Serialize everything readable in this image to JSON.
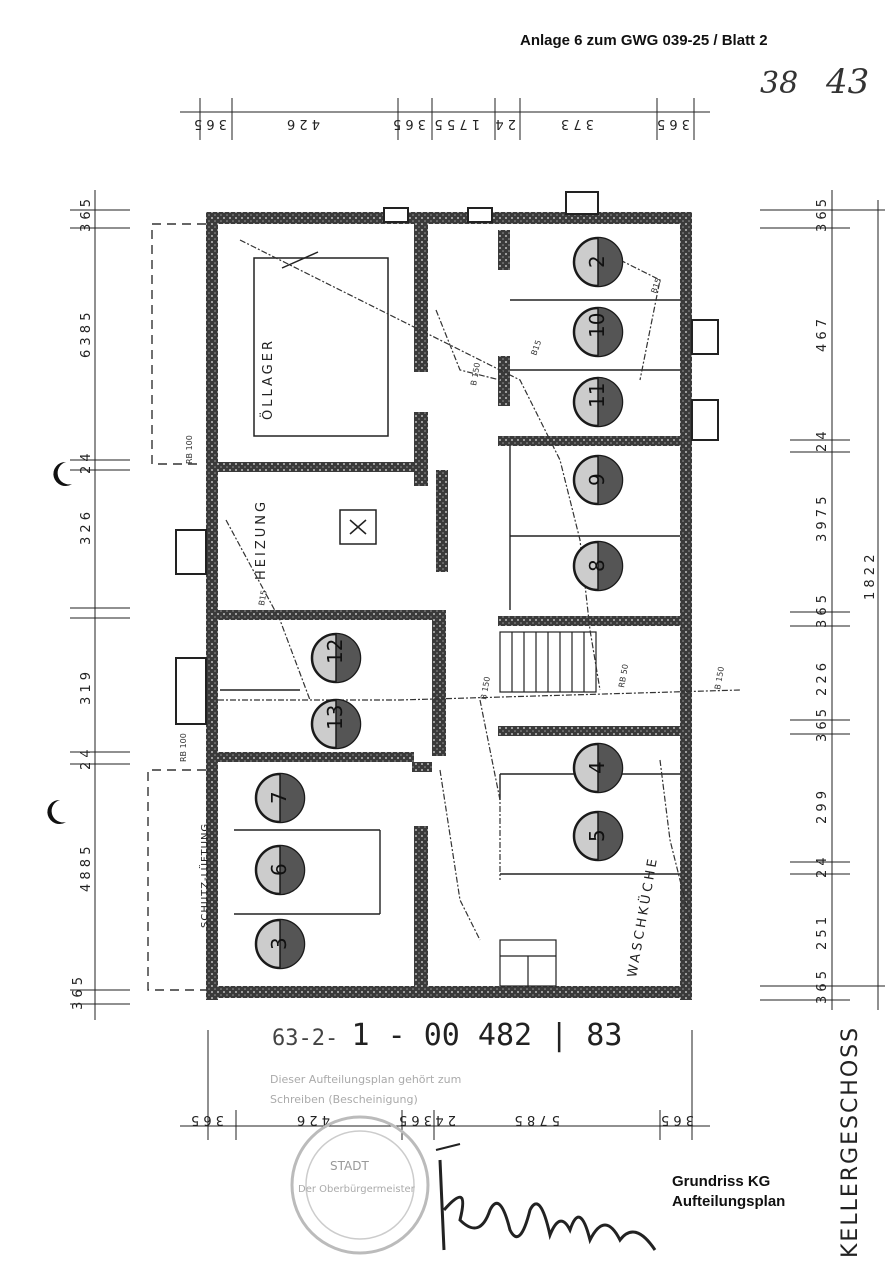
{
  "header": {
    "title": "Anlage 6 zum GWG 039-25 / Blatt 2"
  },
  "handwriting": {
    "sheet_count": "38",
    "sheet_total": "43"
  },
  "plan": {
    "side_label": "KELLERGESCHOSS",
    "rooms": {
      "oil_store": "ÖLLAGER",
      "heating": "HEIZUNG",
      "laundry": "WASCHKÜCHE",
      "shelter_vent": "SCHUTZ-LÜFTUNG"
    },
    "units": [
      "2",
      "10",
      "11",
      "9",
      "8",
      "12",
      "13",
      "4",
      "5",
      "7",
      "6",
      "3"
    ],
    "dims_top": [
      "3 6 5",
      "4 2 6",
      "3 6 5",
      "1 7 5 5",
      "2 4",
      "3 7 3",
      "3 6 5"
    ],
    "dims_left": [
      "3 6 5",
      "6 3 8 5",
      "2 4",
      "3 2 6",
      "3 1 9",
      "2 4",
      "4 8 8 5",
      "3 6 5"
    ],
    "dims_right": [
      "3 6 5",
      "4 6 7",
      "2 4",
      "3 9 7 5",
      "3 6 5",
      "2 2 6",
      "3 6 5",
      "2 9 9",
      "2 4",
      "2 5 1",
      "3 6 5"
    ],
    "dims_right_total": "1 8 2 2",
    "dims_bottom": [
      "3 6 5",
      "4 2 6",
      "3 6 5",
      "5 7 8 5",
      "2 4",
      "3 6 5"
    ],
    "annotations": {
      "rb": "RB 100",
      "b150": "B 150",
      "b15": "B15",
      "rb50": "RB 50"
    }
  },
  "stamp": {
    "reference": "63-2-",
    "reference_hand": "1 - 00 482 | 83",
    "note_line1": "Dieser Aufteilungsplan gehört zum",
    "note_line2": "Schreiben (Bescheinigung)",
    "seal_city": "STADT",
    "seal_office": "Der Oberbürgermeister"
  },
  "footer": {
    "line1": "Grundriss KG",
    "line2": "Aufteilungsplan"
  },
  "colors": {
    "ink": "#1a1a1a",
    "wall_fill": "#2a2a2a",
    "unit_dark": "#555555",
    "unit_light": "#cccccc",
    "stamp": "#b5b5b5"
  }
}
